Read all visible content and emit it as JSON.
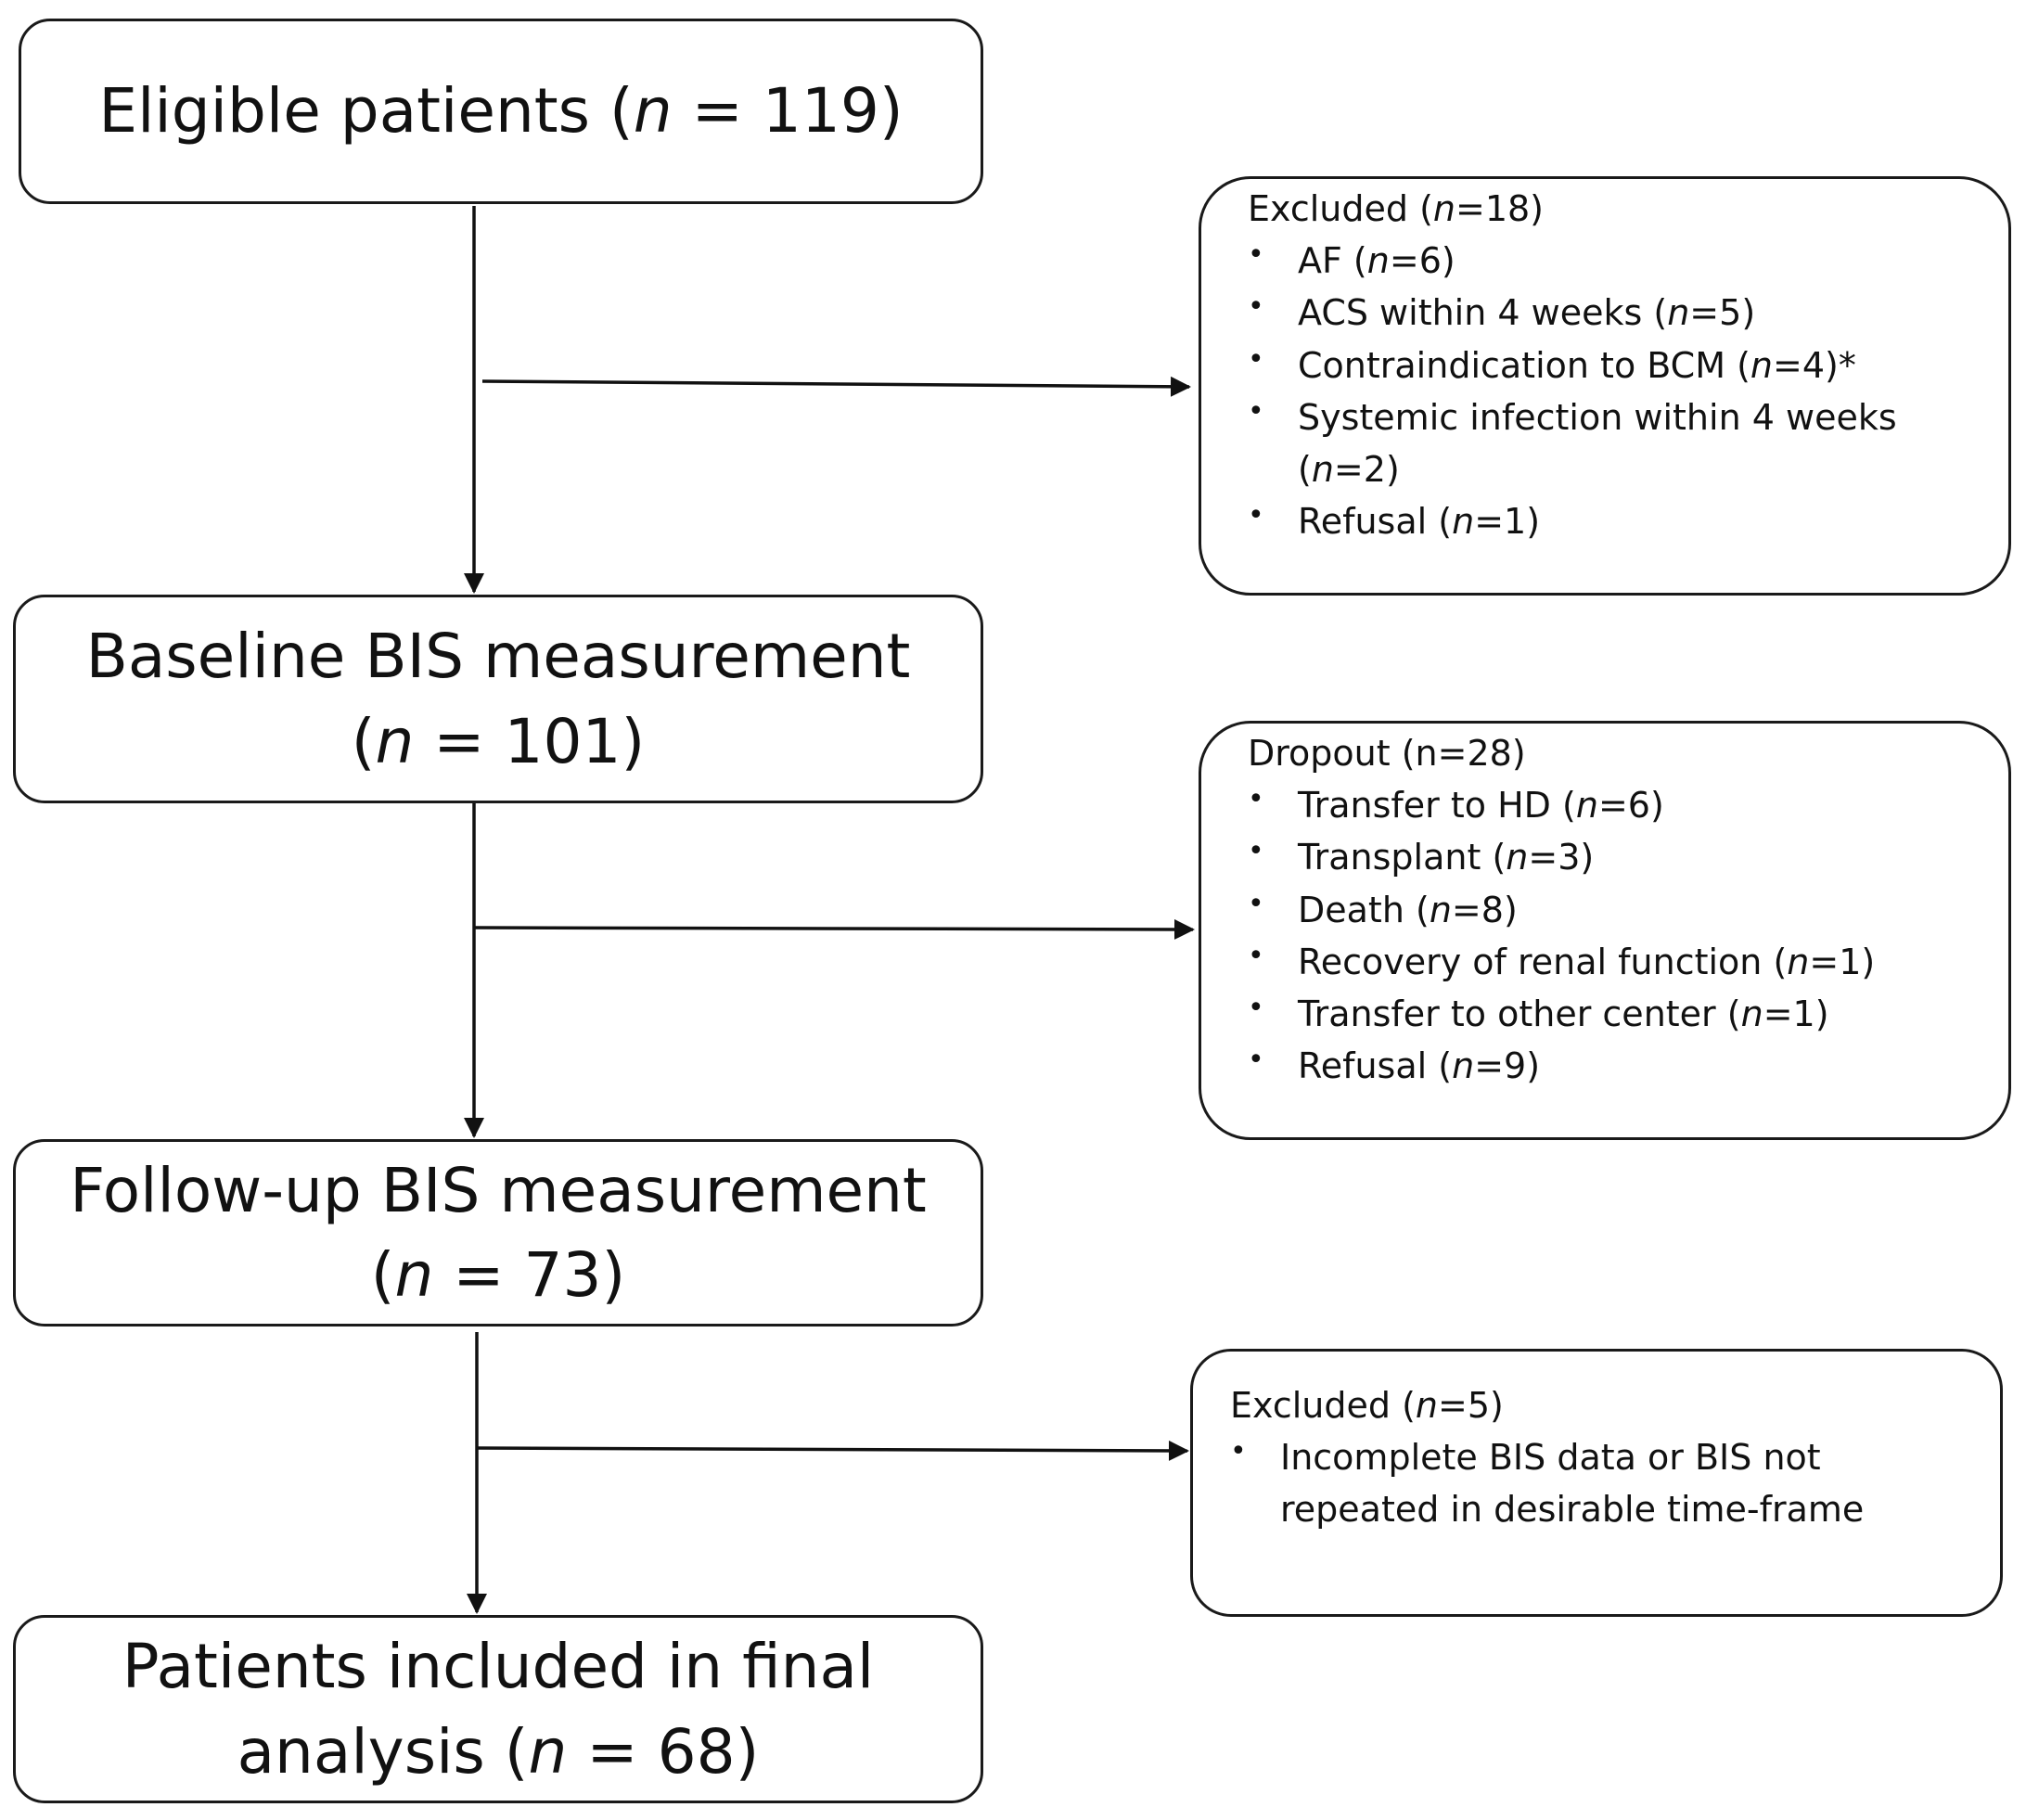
{
  "flow": {
    "eligible": {
      "lines": [
        {
          "pre": "Eligible patients (",
          "n": "n",
          "post": " = 119)"
        }
      ]
    },
    "baseline": {
      "lines": [
        {
          "pre": "Baseline BIS measurement",
          "n": "",
          "post": ""
        },
        {
          "pre": "(",
          "n": "n",
          "post": " = 101)"
        }
      ]
    },
    "followup": {
      "lines": [
        {
          "pre": "Follow-up BIS measurement",
          "n": "",
          "post": ""
        },
        {
          "pre": "(",
          "n": "n",
          "post": " = 73)"
        }
      ]
    },
    "final": {
      "lines": [
        {
          "pre": "Patients included in final",
          "n": "",
          "post": ""
        },
        {
          "pre": "analysis (",
          "n": "n",
          "post": " = 68)"
        }
      ]
    }
  },
  "side_boxes": {
    "excluded1": {
      "title": {
        "pre": "Excluded (",
        "n": "n",
        "post": "=18)"
      },
      "items": [
        {
          "pre": "AF (",
          "n": "n",
          "post": "=6)"
        },
        {
          "pre": "ACS within 4 weeks (",
          "n": "n",
          "post": "=5)"
        },
        {
          "pre": "Contraindication to BCM (",
          "n": "n",
          "post": "=4)*"
        },
        {
          "pre": "Systemic infection within 4 weeks (",
          "n": "n",
          "post": "=2)"
        },
        {
          "pre": "Refusal (",
          "n": "n",
          "post": "=1)"
        }
      ]
    },
    "dropout": {
      "title": {
        "pre": "Dropout (n=28)",
        "n": "",
        "post": ""
      },
      "items": [
        {
          "pre": "Transfer to HD (",
          "n": "n",
          "post": "=6)"
        },
        {
          "pre": "Transplant (",
          "n": "n",
          "post": "=3)"
        },
        {
          "pre": "Death (",
          "n": "n",
          "post": "=8)"
        },
        {
          "pre": "Recovery of renal function (",
          "n": "n",
          "post": "=1)"
        },
        {
          "pre": "Transfer to other center (",
          "n": "n",
          "post": "=1)"
        },
        {
          "pre": "Refusal  (",
          "n": "n",
          "post": "=9)"
        }
      ]
    },
    "excluded2": {
      "title": {
        "pre": "Excluded (",
        "n": "n",
        "post": "=5)"
      },
      "items": [
        {
          "pre": "Incomplete BIS data or BIS not repeated in desirable time-frame",
          "n": "",
          "post": ""
        }
      ]
    }
  }
}
